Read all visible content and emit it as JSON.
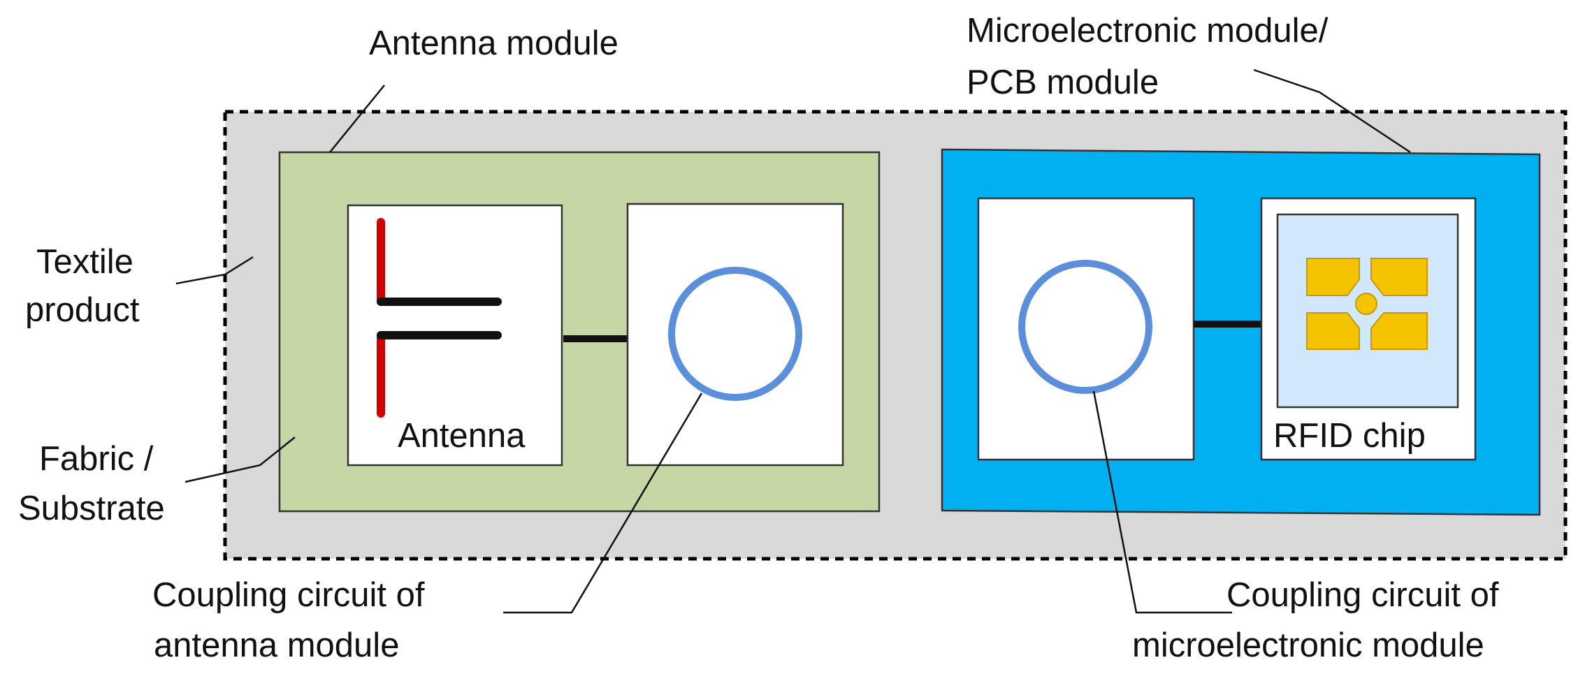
{
  "labels": {
    "antenna_module": "Antenna module",
    "microelectronic_module_line1": "Microelectronic module/",
    "microelectronic_module_line2": "PCB module",
    "textile_product_line1": "Textile",
    "textile_product_line2": "product",
    "fabric_substrate_line1": "Fabric /",
    "fabric_substrate_line2": "Substrate",
    "antenna": "Antenna",
    "rfid_chip": "RFID chip",
    "coupling_antenna_line1": "Coupling circuit of",
    "coupling_antenna_line2": "antenna module",
    "coupling_micro_line1": "Coupling circuit of",
    "coupling_micro_line2": "microelectronic module"
  },
  "colors": {
    "textile_fill": "#d9d9d9",
    "antenna_module_fill": "#c5d7a4",
    "micro_module_fill": "#00b0f0",
    "coupling_ring": "#5b8fd9",
    "antenna_red": "#cc0000",
    "chip_background": "#cfe9fb",
    "chip_pads": "#f5c400",
    "chip_pad_stroke": "#c89a00"
  }
}
